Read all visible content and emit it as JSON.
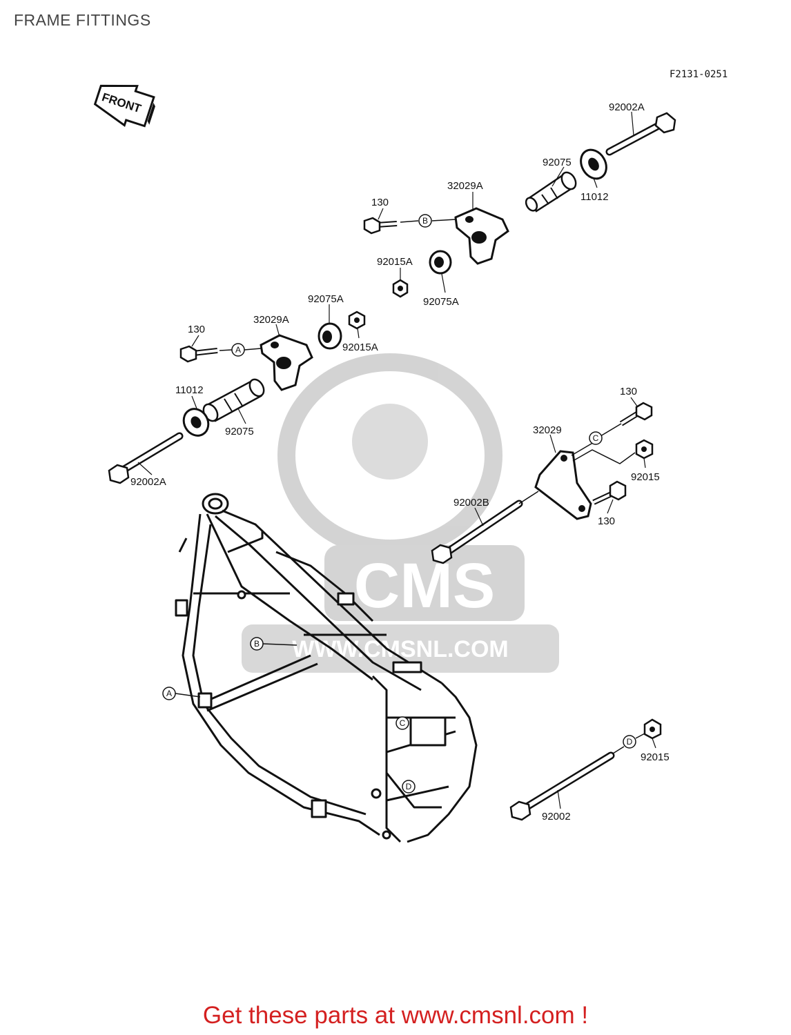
{
  "header": {
    "title": "FRAME FITTINGS",
    "drawing_code": "F2131-0251"
  },
  "diagram": {
    "front_indicator": "FRONT",
    "part_labels": {
      "p_92002A_top": "92002A",
      "p_92075_top": "92075",
      "p_11012_top": "11012",
      "p_32029A_top": "32029A",
      "p_130_top": "130",
      "p_92015A_top": "92015A",
      "p_92075A_top": "92075A",
      "p_92075A_mid": "92075A",
      "p_92015A_mid": "92015A",
      "p_32029A_mid": "32029A",
      "p_130_mid": "130",
      "p_11012_mid": "11012",
      "p_92075_mid": "92075",
      "p_92002A_bottom": "92002A",
      "p_130_right_top": "130",
      "p_32029": "32029",
      "p_92015_right": "92015",
      "p_92002B": "92002B",
      "p_130_right_bottom": "130",
      "p_92015_bottom": "92015",
      "p_92002": "92002"
    },
    "reference_markers": [
      "A",
      "B",
      "C",
      "D"
    ],
    "watermark": "WWW.CMSNL.COM"
  },
  "footer": {
    "cta": "Get these parts at www.cmsnl.com !"
  },
  "colors": {
    "ink": "#111111",
    "watermark": "#c9c9c9",
    "cta": "#d42020",
    "title": "#444444"
  }
}
